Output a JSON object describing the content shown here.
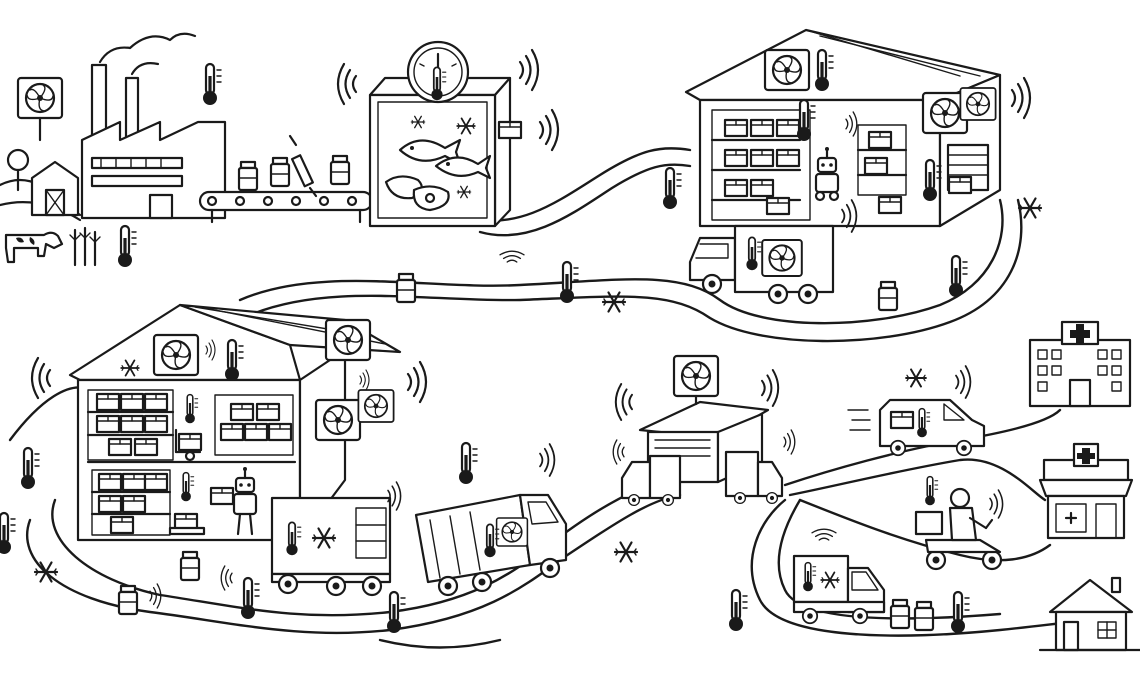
{
  "scene": {
    "type": "cold-chain-logistics-line-drawing",
    "palette": {
      "ink": "#1a1a1a",
      "paper": "#ffffff"
    },
    "icons": [
      "farm-barn",
      "cow",
      "factory",
      "conveyor-belt",
      "vial",
      "syringe",
      "freezer-room",
      "fish",
      "steak",
      "gauge",
      "warehouse",
      "robot",
      "cooling-fan",
      "thermometer",
      "snowflake",
      "wifi-signal",
      "refrigerated-truck",
      "delivery-van",
      "loading-dock",
      "hospital",
      "pharmacy",
      "motorbike-courier",
      "house"
    ]
  }
}
